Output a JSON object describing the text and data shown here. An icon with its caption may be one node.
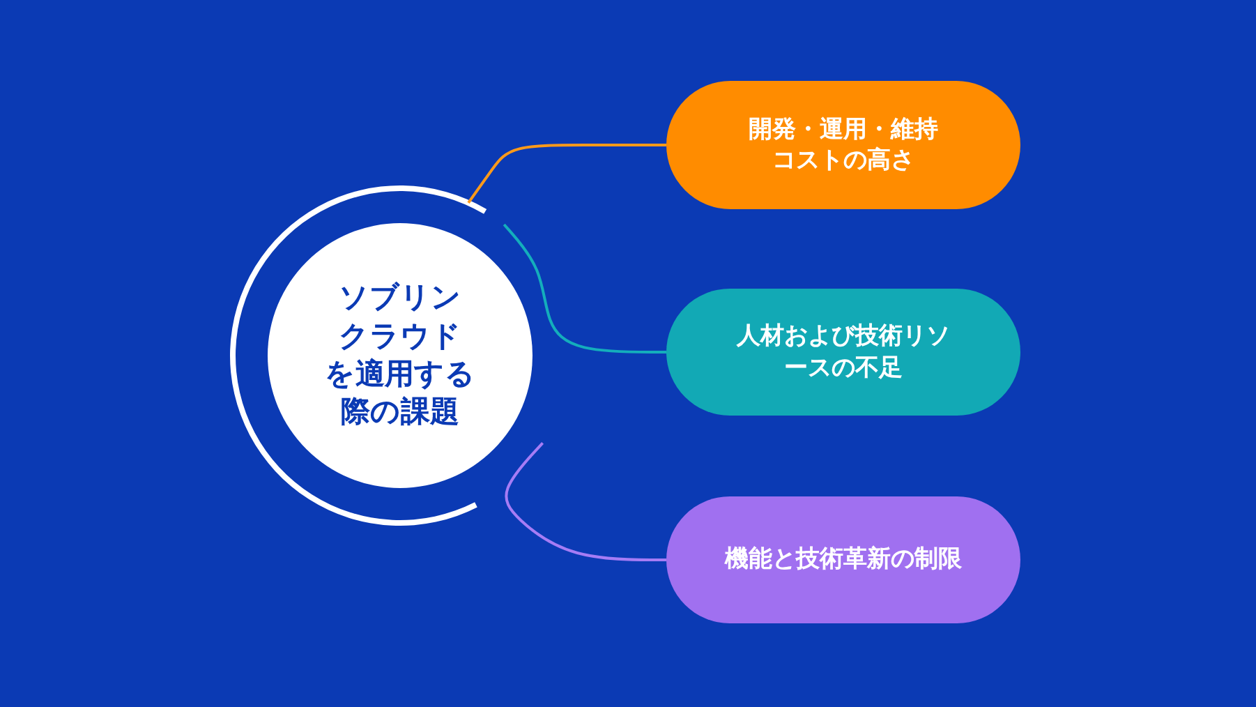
{
  "diagram": {
    "nodes": [
      {
        "text": [
          "ソブリンクラウドを適用する際の課題"
        ]
      },
      {
        "text": [
          "開発・運用・維持コストの高さ"
        ]
      },
      {
        "text": [
          "人材および技術リソースの不足"
        ]
      },
      {
        "text": [
          "機能と技術革新の制限"
        ]
      }
    ],
    "edges": [
      {
        "from": 0,
        "to": 1,
        "arrow": "none",
        "color": "#ff9a1a"
      },
      {
        "from": 0,
        "to": 2,
        "arrow": "none",
        "color": "#14aebc"
      },
      {
        "from": 0,
        "to": 3,
        "arrow": "none",
        "color": "#a67cf5"
      }
    ]
  }
}
